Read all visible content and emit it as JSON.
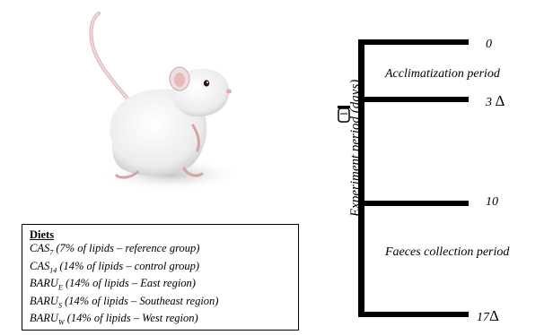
{
  "diets": {
    "title": "Diets",
    "items": [
      {
        "name": "CAS",
        "sub": "7",
        "desc": " (7% of lipids – reference group)"
      },
      {
        "name": "CAS",
        "sub": "14",
        "desc": " (14% of lipids – control group)"
      },
      {
        "name": "BARU",
        "sub": "E",
        "desc": " (14% of lipids – East region)"
      },
      {
        "name": "BARU",
        "sub": "S",
        "desc": " (14% of lipids – Southeast region)"
      },
      {
        "name": "BARU",
        "sub": "W",
        "desc": " (14% of lipids – West region)"
      }
    ]
  },
  "timeline": {
    "axis_label": "Experiment period (days)",
    "days": [
      "0",
      "3",
      "10",
      "17"
    ],
    "periods": [
      "Acclimatization period",
      "Faeces collection period"
    ],
    "marker_symbol": "Δ",
    "icon": "timer-icon"
  }
}
